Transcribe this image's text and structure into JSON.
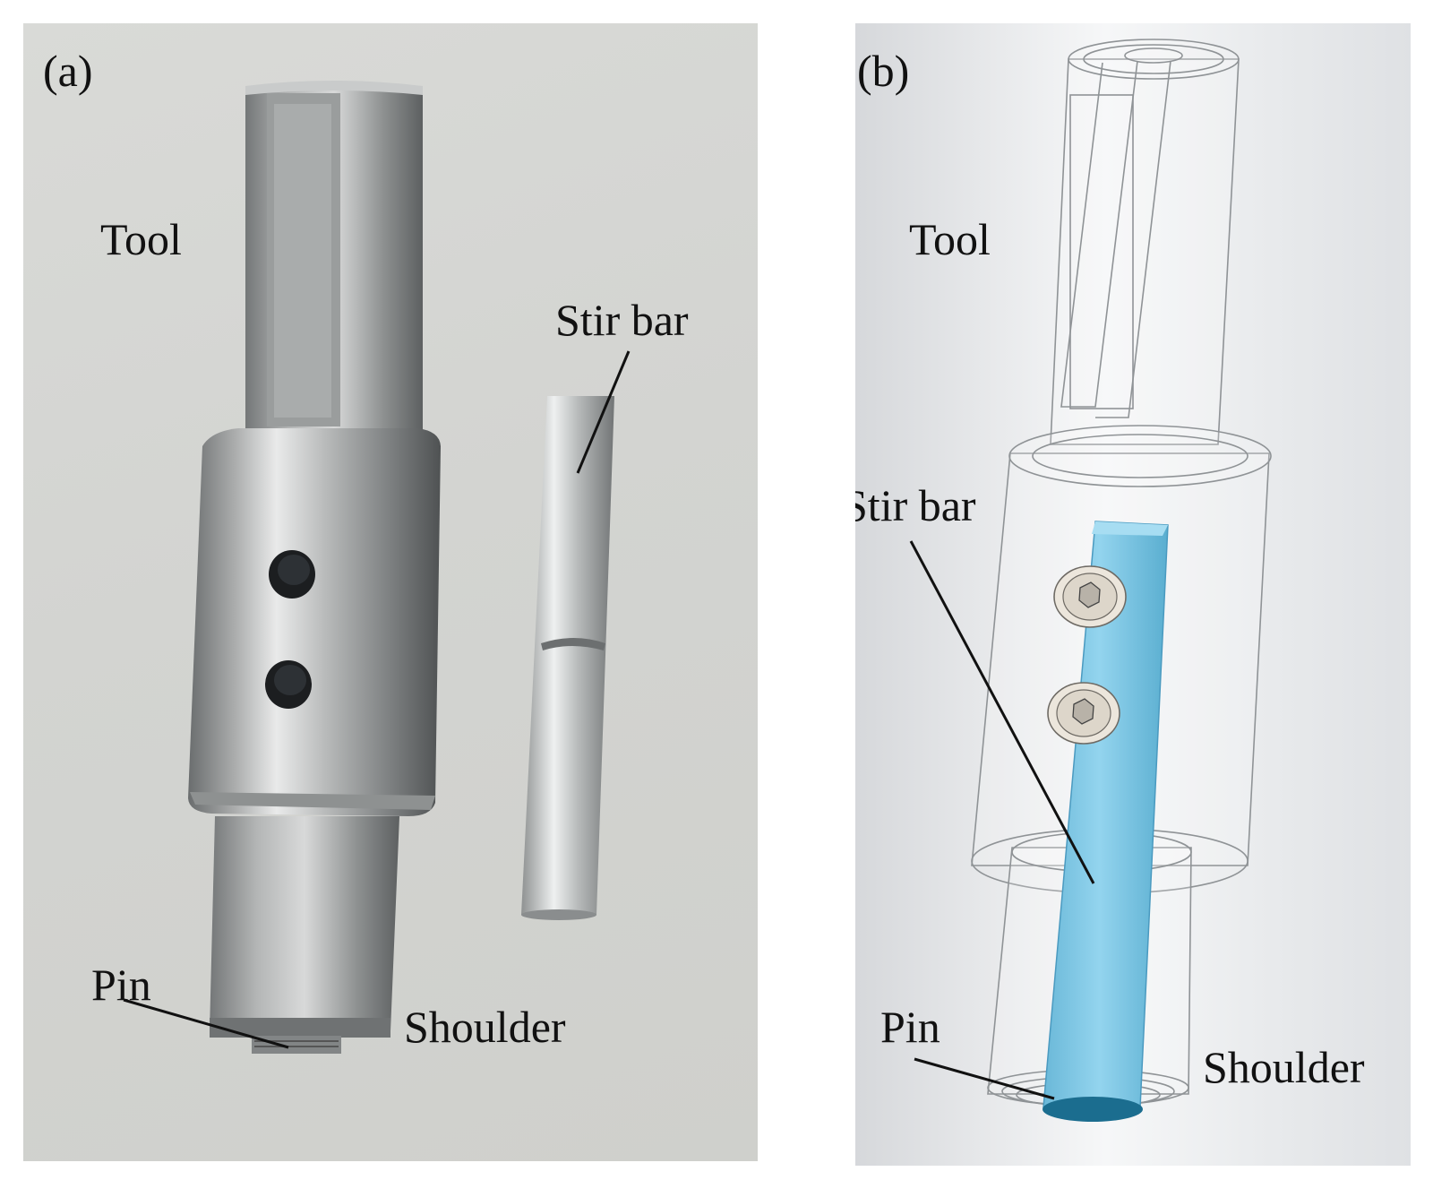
{
  "panels": [
    {
      "id": "a",
      "tag": "(a)",
      "labels": {
        "tool": "Tool",
        "stir_bar": "Stir bar",
        "pin": "Pin",
        "shoulder": "Shoulder"
      }
    },
    {
      "id": "b",
      "tag": "(b)",
      "labels": {
        "tool": "Tool",
        "stir_bar": "Stir bar",
        "pin": "Pin",
        "shoulder": "Shoulder"
      }
    }
  ],
  "colors": {
    "steel_light": "#e6e7e6",
    "steel_dark": "#5c5f60",
    "stir_bar_cad": "#7dc8e6",
    "leader_line": "#111111"
  }
}
